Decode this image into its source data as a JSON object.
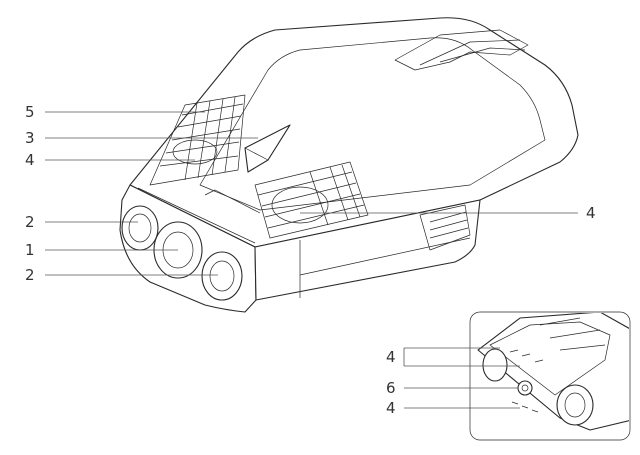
{
  "callouts_main": [
    {
      "id": "c5",
      "label": "5"
    },
    {
      "id": "c3",
      "label": "3"
    },
    {
      "id": "c4a",
      "label": "4"
    },
    {
      "id": "c2a",
      "label": "2"
    },
    {
      "id": "c1",
      "label": "1"
    },
    {
      "id": "c2b",
      "label": "2"
    },
    {
      "id": "c4b",
      "label": "4"
    }
  ],
  "callouts_inset": [
    {
      "id": "i4a",
      "label": "4"
    },
    {
      "id": "i6",
      "label": "6"
    },
    {
      "id": "i4b",
      "label": "4"
    }
  ],
  "colors": {
    "ink": "#2a2a2a",
    "leader": "#555555",
    "label": "#333333"
  }
}
